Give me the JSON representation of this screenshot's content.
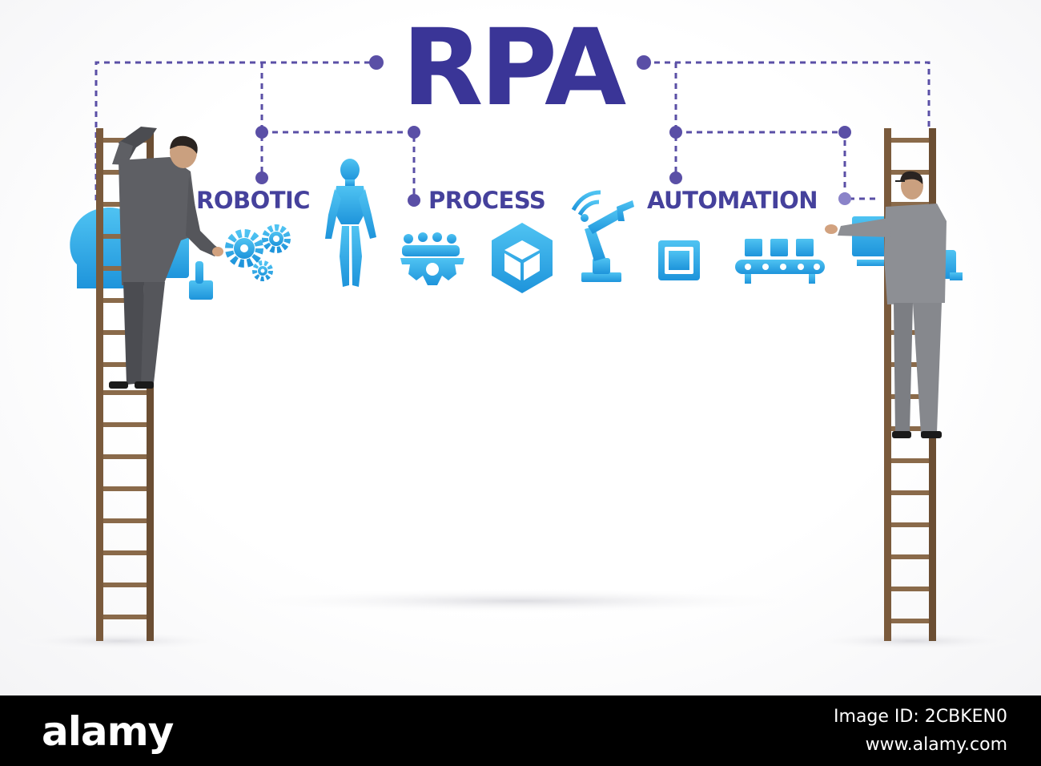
{
  "diagram": {
    "title": "RPA",
    "words": [
      "ROBOTIC",
      "PROCESS",
      "AUTOMATION"
    ]
  },
  "icons": [
    "brain-head-icon",
    "hand-touch-icon",
    "gears-icon",
    "humanoid-robot-icon",
    "team-gear-icon",
    "cube-hexagon-icon",
    "robotic-arm-icon",
    "microchip-icon",
    "conveyor-belt-icon",
    "computer-robot-icon"
  ],
  "colors": {
    "title": "#3a3597",
    "connector": "#5a4fa6",
    "icon": "#26a8e8",
    "ladder": "#7a5a3c",
    "suit": "#5e5f64",
    "footer": "#000000"
  },
  "watermark": {
    "brand": "alamy",
    "meta_lines": [
      "Image ID: 2CBKEN0",
      "www.alamy.com"
    ]
  }
}
